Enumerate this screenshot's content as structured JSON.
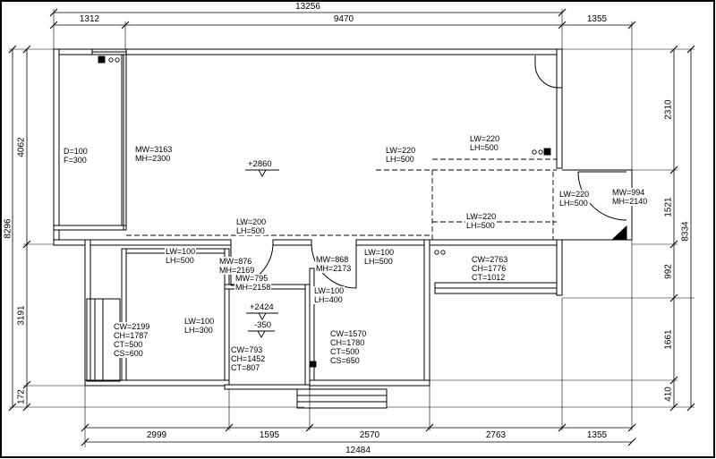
{
  "dims": {
    "top": {
      "overall": "13256",
      "segments": [
        "1312",
        "9470",
        "1355"
      ]
    },
    "bottom": {
      "overall": "12484",
      "segments": [
        "2999",
        "1595",
        "2570",
        "2763",
        "1355"
      ]
    },
    "left": {
      "overall": "8296",
      "segments": [
        "4062",
        "3191",
        "172"
      ]
    },
    "right": {
      "overall": "8334",
      "segments": [
        "2310",
        "1521",
        "992",
        "1661",
        "410"
      ]
    }
  },
  "levels": {
    "living": "+2860",
    "bath": "+2424",
    "bath_drop": "-350"
  },
  "labels": {
    "closet": [
      "D=100",
      "F=300"
    ],
    "window_main": [
      "MW=3163",
      "MH=2300"
    ],
    "beam_top_a": [
      "LW=220",
      "LH=500"
    ],
    "beam_top_b": [
      "LW=220",
      "LH=500"
    ],
    "beam_mid": [
      "LW=200",
      "LH=500"
    ],
    "beam_right_a": [
      "LW=220",
      "LH=500"
    ],
    "beam_right_b": [
      "LW=220",
      "LH=500"
    ],
    "entry_door": [
      "MW=994",
      "MH=2140"
    ],
    "beam_room1": [
      "LW=100",
      "LH=500"
    ],
    "door_room1": [
      "MW=876",
      "MH=2169"
    ],
    "door_room2": [
      "MW=795",
      "MH=2158"
    ],
    "door_room3": [
      "MW=868",
      "MH=2173"
    ],
    "beam_room3": [
      "LW=100",
      "LH=500"
    ],
    "window_balcony": [
      "CW=2763",
      "CH=1776",
      "CT=1012"
    ],
    "beam_room2": [
      "LW=100",
      "LH=400"
    ],
    "beam_room1b": [
      "LW=100",
      "LH=300"
    ],
    "window_room1": [
      "CW=2199",
      "CH=1787",
      "CT=500",
      "CS=600"
    ],
    "window_room2": [
      "CW=793",
      "CH=1452",
      "CT=807"
    ],
    "window_room3": [
      "CW=1570",
      "CH=1780",
      "CT=500",
      "CS=650"
    ]
  }
}
